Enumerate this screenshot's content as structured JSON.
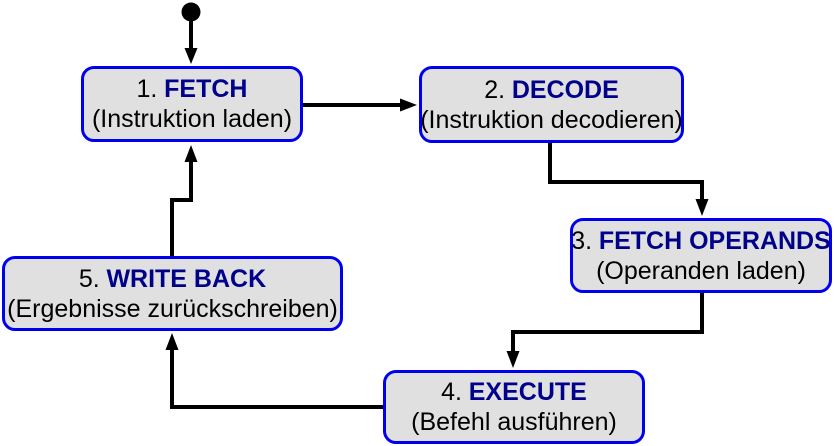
{
  "diagram": {
    "type": "state-diagram",
    "subject": "CPU instruction cycle",
    "colors": {
      "box_fill": "#e0e0e0",
      "box_border": "#0000ee",
      "state_name": "#00008b",
      "text": "#000000",
      "arrow": "#000000",
      "background": "#ffffff"
    },
    "initial_marker": "filled-circle",
    "states": [
      {
        "id": "fetch",
        "prefix": "1.",
        "name": "FETCH",
        "subtitle": "(Instruktion laden)"
      },
      {
        "id": "decode",
        "prefix": "2.",
        "name": "DECODE",
        "subtitle": "(Instruktion decodieren)"
      },
      {
        "id": "fetch-operands",
        "prefix": "3.",
        "name": "FETCH OPERANDS",
        "subtitle": "(Operanden laden)"
      },
      {
        "id": "execute",
        "prefix": "4.",
        "name": "EXECUTE",
        "subtitle": "(Befehl ausführen)"
      },
      {
        "id": "write-back",
        "prefix": "5.",
        "name": "WRITE BACK",
        "subtitle": "(Ergebnisse zurückschreiben)"
      }
    ],
    "transitions": [
      {
        "from": "start",
        "to": "fetch"
      },
      {
        "from": "fetch",
        "to": "decode"
      },
      {
        "from": "decode",
        "to": "fetch-operands"
      },
      {
        "from": "fetch-operands",
        "to": "execute"
      },
      {
        "from": "execute",
        "to": "write-back"
      },
      {
        "from": "write-back",
        "to": "fetch"
      }
    ]
  }
}
